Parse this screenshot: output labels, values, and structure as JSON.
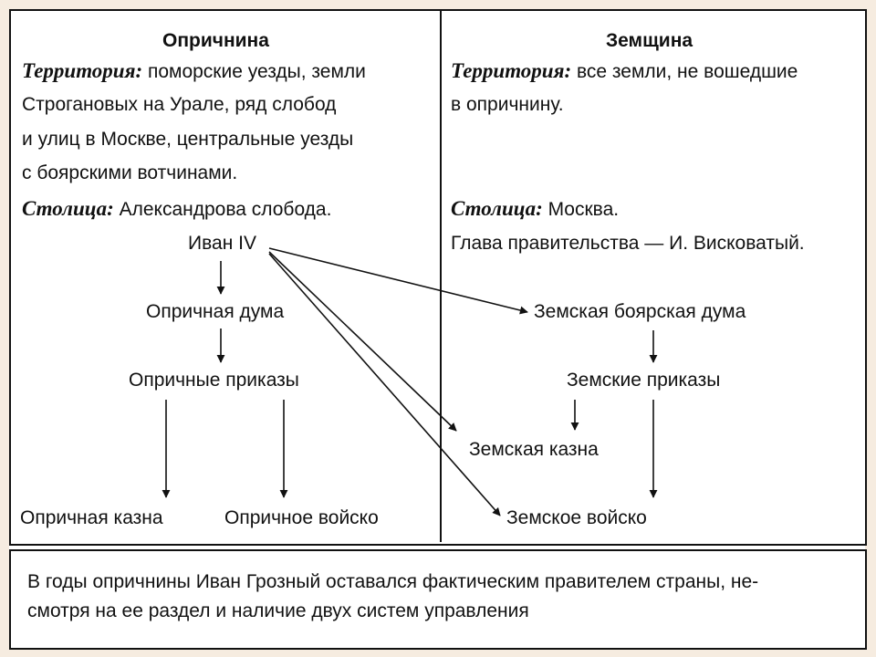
{
  "left": {
    "title": "Опричнина",
    "territory_label": "Территория:",
    "territory_lines": [
      "поморские уезды, земли",
      "Строгановых на Урале, ряд слобод",
      "и улиц в Москве, центральные уезды",
      "с боярскими вотчинами."
    ],
    "capital_label": "Столица:",
    "capital_value": "Александрова слобода.",
    "nodes": {
      "tsar": "Иван IV",
      "duma": "Опричная дума",
      "prikazy": "Опричные приказы",
      "kazna": "Опричная казна",
      "voisko": "Опричное войско"
    }
  },
  "right": {
    "title": "Земщина",
    "territory_label": "Территория:",
    "territory_lines": [
      "все земли, не вошедшие",
      "в опричнину."
    ],
    "capital_label": "Столица:",
    "capital_value": "Москва.",
    "head_line": "Глава правительства — И. Висковатый.",
    "nodes": {
      "duma": "Земская боярская дума",
      "prikazy": "Земские приказы",
      "kazna": "Земская казна",
      "voisko": "Земское войско"
    }
  },
  "note": {
    "line1": "В годы опричнины Иван Грозный оставался фактическим правителем страны, не-",
    "line2": "смотря на ее раздел и наличие двух систем управления"
  }
}
